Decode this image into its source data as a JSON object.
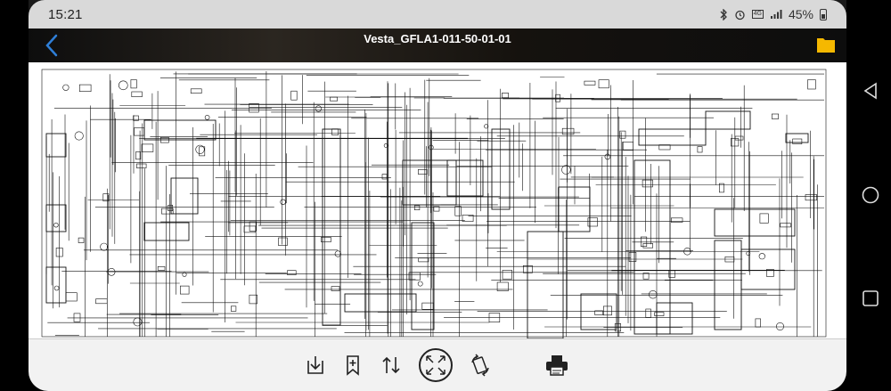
{
  "status_bar": {
    "time": "15:21",
    "battery_percent": "45%",
    "network": "4G"
  },
  "app_bar": {
    "title": "Vesta_GFLA1-011-50-01-01",
    "back_icon": "chevron-left-icon",
    "folder_icon": "folder-icon"
  },
  "toolbar": {
    "tools": [
      {
        "name": "save",
        "icon": "download-tray-icon"
      },
      {
        "name": "bookmark",
        "icon": "bookmark-plus-icon"
      },
      {
        "name": "sort",
        "icon": "up-down-arrows-icon"
      },
      {
        "name": "fit-screen",
        "icon": "expand-arrows-icon"
      },
      {
        "name": "rotate",
        "icon": "rotate-page-icon"
      },
      {
        "name": "print",
        "icon": "printer-icon"
      }
    ]
  },
  "navigation": {
    "back": "triangle-back-icon",
    "home": "circle-home-icon",
    "recents": "square-recents-icon"
  },
  "colors": {
    "accent_blue": "#2f7fd8",
    "folder_yellow": "#f5b800",
    "status_bg": "#d9d9d9",
    "toolbar_bg": "#f2f2f2"
  }
}
